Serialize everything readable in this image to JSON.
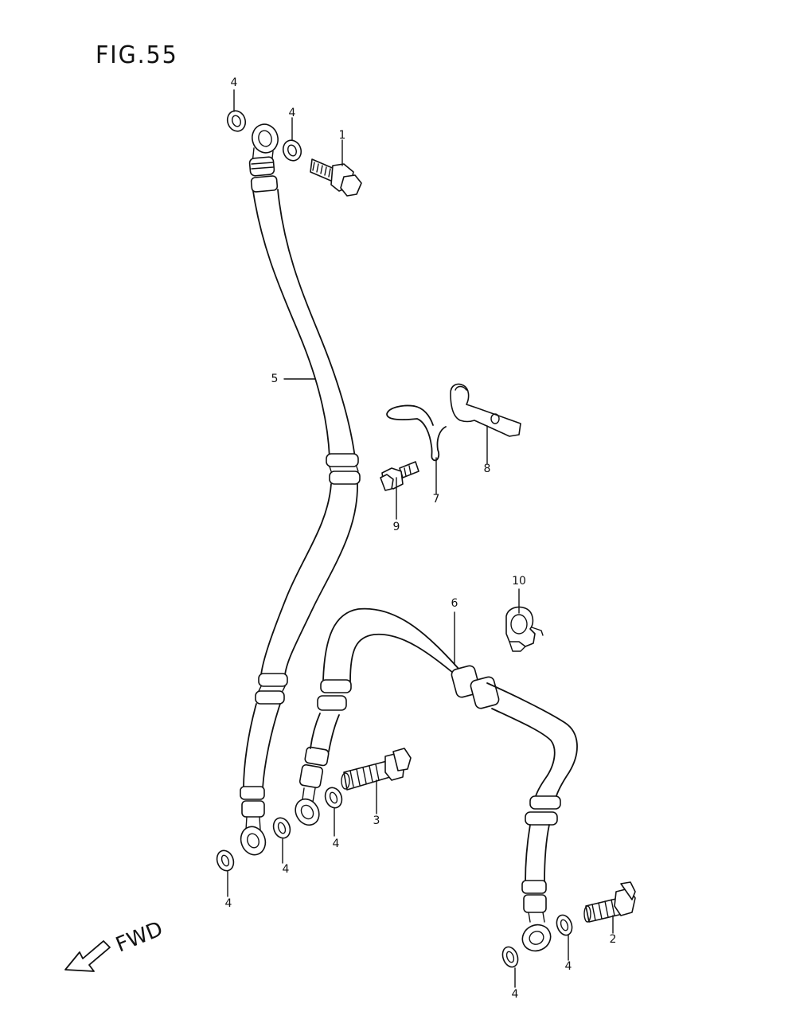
{
  "figure": {
    "title": "FIG.55"
  },
  "callouts": {
    "c1": "1",
    "c2": "2",
    "c3": "3",
    "c4a": "4",
    "c4b": "4",
    "c4c": "4",
    "c4d": "4",
    "c4e": "4",
    "c4f": "4",
    "c4g": "4",
    "c5": "5",
    "c6": "6",
    "c7": "7",
    "c8": "8",
    "c9": "9",
    "c10": "10"
  },
  "direction": {
    "label": "FWD"
  }
}
